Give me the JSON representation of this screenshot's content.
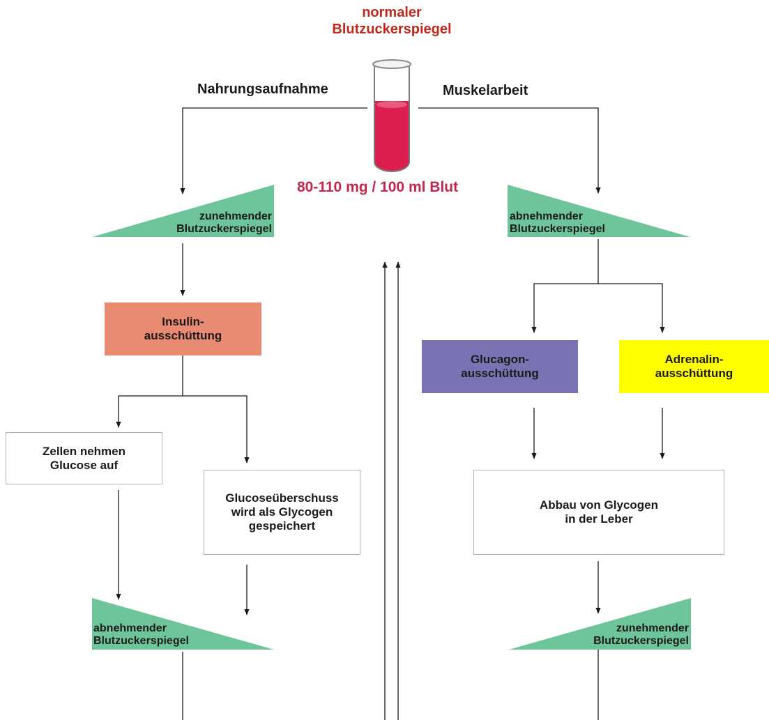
{
  "title": "normaler\nBlutzuckerspiegel",
  "left_trigger": "Nahrungsaufnahme",
  "right_trigger": "Muskelarbeit",
  "normal_range": "80-110 mg / 100 ml Blut",
  "left_top_triangle": "zunehmender\nBlutzuckerspiegel",
  "right_top_triangle": "abnehmender\nBlutzuckerspiegel",
  "insulin_box": "Insulin-\nausschüttung",
  "glucagon_box": "Glucagon-\nausschüttung",
  "adrenalin_box": "Adrenalin-\nausschüttung",
  "cells_box": "Zellen nehmen\nGlucose auf",
  "glycogen_store_box": "Glucoseüberschuss\nwird als Glycogen\ngespeichert",
  "glycogen_breakdown_box": "Abbau von Glycogen\nin der Leber",
  "left_bottom_triangle": "abnehmender\nBlutzuckerspiegel",
  "right_bottom_triangle": "zunehmender\nBlutzuckerspiegel",
  "colors": {
    "title_red": "#c0281c",
    "range_red": "#c2284e",
    "triangle_green": "#6fc59a",
    "insulin": "#e98a72",
    "glucagon": "#7a73b3",
    "adrenalin": "#ffff00",
    "blood": "#dc1f4e"
  }
}
